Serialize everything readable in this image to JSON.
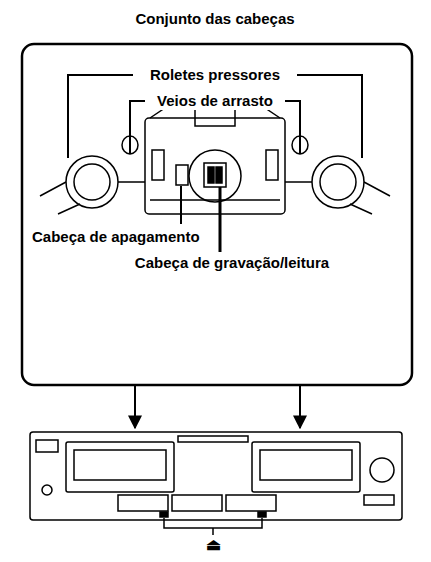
{
  "diagram": {
    "title": "Conjunto das cabeças",
    "labels": [
      "Roletes pressores",
      "Veios de arrasto",
      "Cabeça de apagamento",
      "Cabeça de gravação/leitura",
      "⏏"
    ]
  }
}
